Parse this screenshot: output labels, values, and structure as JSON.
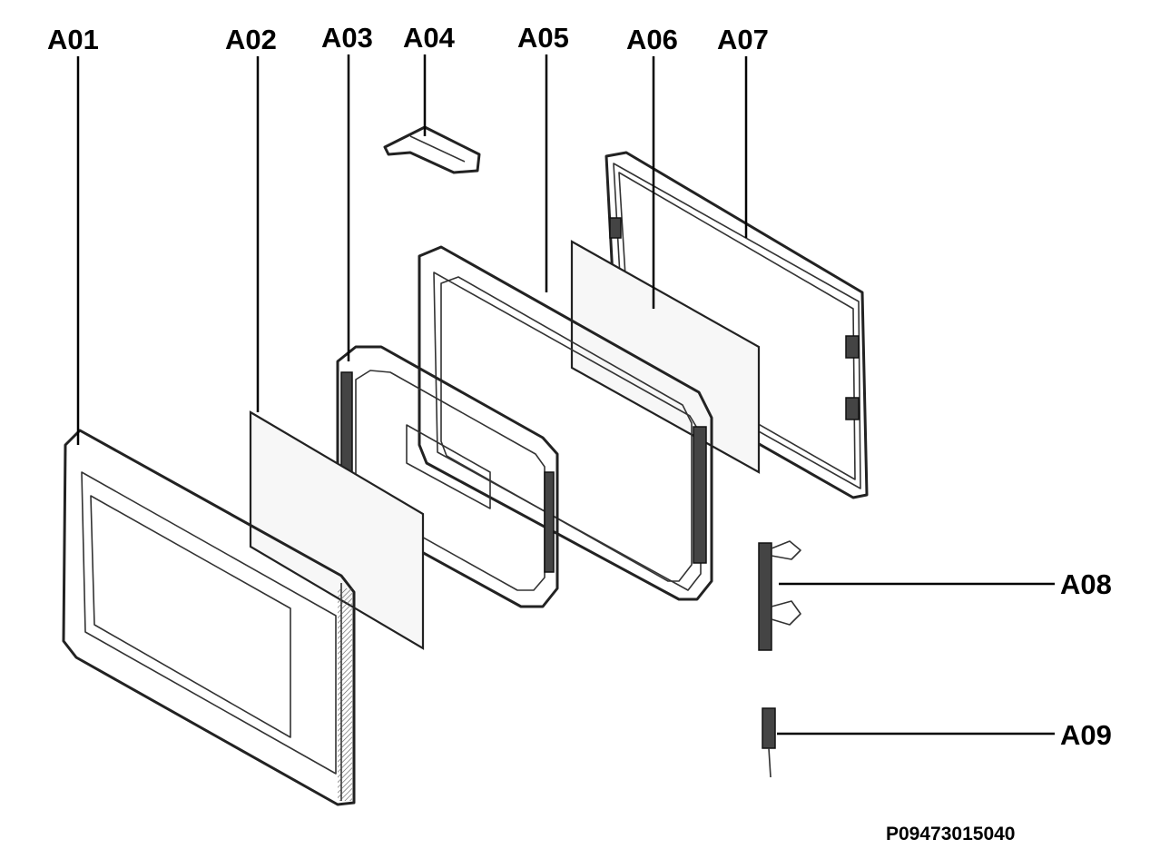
{
  "labels": {
    "a01": "A01",
    "a02": "A02",
    "a03": "A03",
    "a04": "A04",
    "a05": "A05",
    "a06": "A06",
    "a07": "A07",
    "a08": "A08",
    "a09": "A09"
  },
  "drawing_code": "P09473015040",
  "colors": {
    "ink": "#000000",
    "background": "#ffffff"
  }
}
